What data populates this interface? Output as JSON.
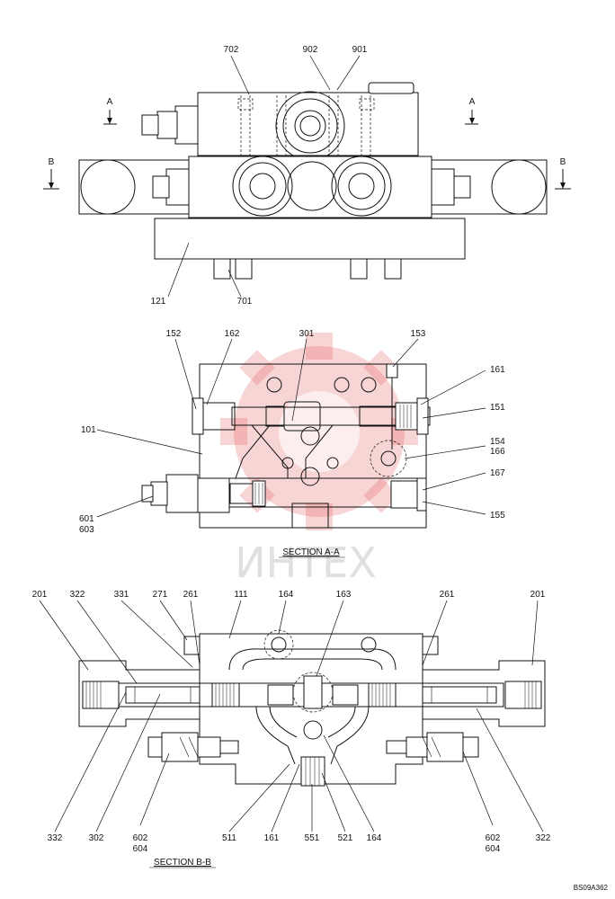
{
  "watermark": {
    "text": "ИНТЕХ",
    "color": "#e04040"
  },
  "top_view": {
    "part_labels": [
      "702",
      "902",
      "901",
      "121",
      "701"
    ],
    "section_arrows": [
      "A",
      "A",
      "B",
      "B"
    ]
  },
  "section_a": {
    "title": "SECTION  A-A",
    "part_labels": [
      "152",
      "162",
      "301",
      "153",
      "161",
      "151",
      "154",
      "166",
      "167",
      "155",
      "101",
      "601",
      "603"
    ]
  },
  "section_b": {
    "title": "SECTION  B-B",
    "part_labels": [
      "201",
      "322",
      "331",
      "271",
      "261",
      "111",
      "164",
      "163",
      "261",
      "201",
      "332",
      "302",
      "602",
      "604",
      "511",
      "161",
      "551",
      "521",
      "164",
      "602",
      "604",
      "322"
    ]
  },
  "drawing_code": "BS09A362"
}
